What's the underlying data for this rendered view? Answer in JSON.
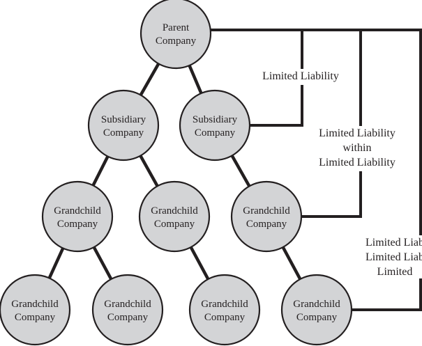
{
  "diagram": {
    "type": "corporate-hierarchy",
    "nodes": [
      {
        "id": "parent",
        "lines": [
          "Parent",
          "Company"
        ]
      },
      {
        "id": "sub1",
        "lines": [
          "Subsidiary",
          "Company"
        ]
      },
      {
        "id": "sub2",
        "lines": [
          "Subsidiary",
          "Company"
        ]
      },
      {
        "id": "gc1",
        "lines": [
          "Grandchild",
          "Company"
        ]
      },
      {
        "id": "gc2",
        "lines": [
          "Grandchild",
          "Company"
        ]
      },
      {
        "id": "gc3",
        "lines": [
          "Grandchild",
          "Company"
        ]
      },
      {
        "id": "ggc1",
        "lines": [
          "Grandchild",
          "Company"
        ]
      },
      {
        "id": "ggc2",
        "lines": [
          "Grandchild",
          "Company"
        ]
      },
      {
        "id": "ggc3",
        "lines": [
          "Grandchild",
          "Company"
        ]
      },
      {
        "id": "ggc4",
        "lines": [
          "Grandchild",
          "Company"
        ]
      }
    ],
    "edges": [
      [
        "parent",
        "sub1"
      ],
      [
        "parent",
        "sub2"
      ],
      [
        "sub1",
        "gc1"
      ],
      [
        "sub1",
        "gc2"
      ],
      [
        "sub2",
        "gc3"
      ],
      [
        "gc1",
        "ggc1"
      ],
      [
        "gc1",
        "ggc2"
      ],
      [
        "gc2",
        "ggc3"
      ],
      [
        "gc3",
        "ggc4"
      ]
    ],
    "liability_labels": [
      {
        "target": "sub2",
        "lines": [
          "Limited Liability"
        ]
      },
      {
        "target": "gc3",
        "lines": [
          "Limited Liability",
          "within",
          "Limited Liability"
        ]
      },
      {
        "target": "ggc4",
        "lines": [
          "Limited Liab",
          "Limited Liab",
          "Limited"
        ]
      }
    ],
    "colors": {
      "node_fill": "#d3d4d6",
      "stroke": "#231f20",
      "background": "#ffffff"
    }
  }
}
